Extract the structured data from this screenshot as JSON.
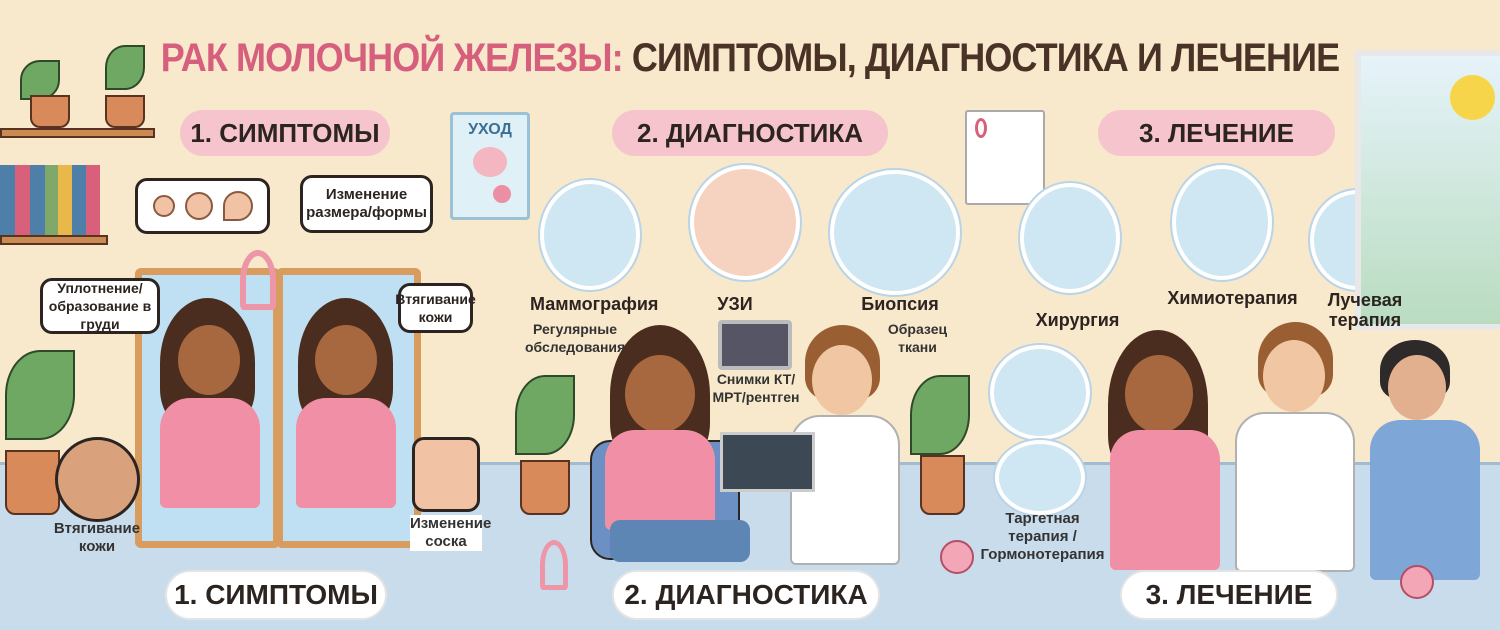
{
  "title": {
    "part1": "РАК МОЛОЧНОЙ ЖЕЛЕЗЫ:",
    "part2": "СИМПТОМЫ, ДИАГНОСТИКА И ЛЕЧЕНИЕ"
  },
  "colors": {
    "accent_pink": "#d55f7c",
    "title_dark": "#4a3226",
    "pill_pink": "#f6c4cc",
    "floor_blue": "#c9dceb",
    "background": "#f8e8cc"
  },
  "sections": {
    "symptoms": {
      "header": "1. СИМПТОМЫ",
      "footer": "1. СИМПТОМЫ",
      "callouts": [
        "Изменение размера/формы",
        "Уплотнение/ образование в груди",
        "Втягивание кожи",
        "Втягивание кожи",
        "Изменение соска"
      ]
    },
    "diagnostics": {
      "header": "2. ДИАГНОСТИКА",
      "footer": "2. ДИАГНОСТИКА",
      "items": [
        {
          "label": "Маммография",
          "sub": "Регулярные обследования",
          "icon": "mammography-machine-icon"
        },
        {
          "label": "УЗИ",
          "icon": "ultrasound-icon"
        },
        {
          "label": "Биопсия",
          "sub": "Образец ткани",
          "icon": "microscope-icon"
        },
        {
          "label": "Снимки КТ/ МРТ/рентген",
          "icon": "scan-monitor-icon"
        }
      ]
    },
    "treatment": {
      "header": "3. ЛЕЧЕНИЕ",
      "footer": "3. ЛЕЧЕНИЕ",
      "items": [
        {
          "label": "Хирургия",
          "icon": "surgeon-icon"
        },
        {
          "label": "Химиотерапия",
          "icon": "iv-drip-icon"
        },
        {
          "label": "Лучевая терапия",
          "icon": "radiation-machine-icon"
        },
        {
          "label": "Таргетная терапия / Гормонотерапия",
          "icon": "pills-icon"
        }
      ]
    }
  },
  "poster": {
    "label": "УХОД"
  }
}
